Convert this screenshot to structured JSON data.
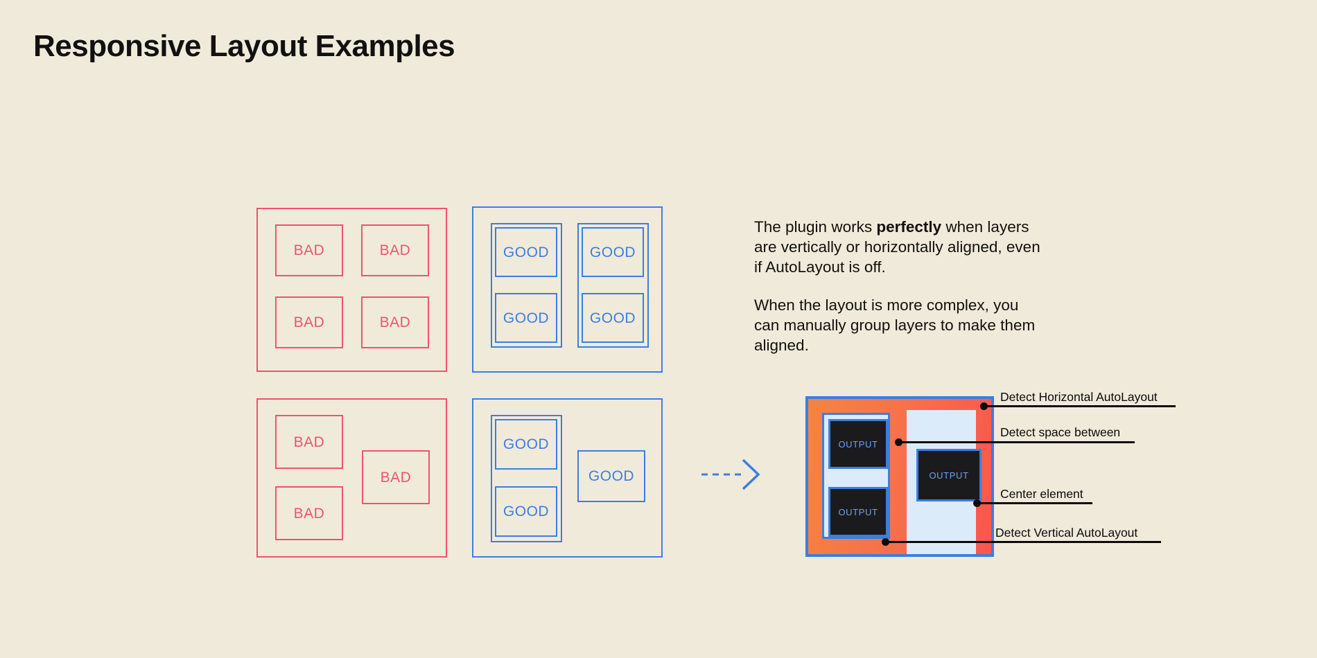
{
  "page": {
    "title": "Responsive Layout Examples",
    "background_color": "#F0EADB"
  },
  "colors": {
    "bad": "#EF5370",
    "good": "#3B7EE0",
    "text": "#12100C",
    "annotation": "#0B0B0B",
    "mockup_orange": "#F5843F",
    "mockup_red": "#FA5550",
    "mockup_light_blue": "#DCEBFA",
    "output_fill": "#1B1B1E",
    "output_text": "#69A4F2"
  },
  "examples": {
    "bad_label": "BAD",
    "good_label": "GOOD",
    "bad_grid": {
      "name": "bad-grid-panel",
      "cells": [
        {
          "label": "BAD"
        },
        {
          "label": "BAD"
        },
        {
          "label": "BAD"
        },
        {
          "label": "BAD"
        }
      ]
    },
    "good_grid": {
      "name": "good-grid-panel",
      "cells": [
        {
          "label": "GOOD"
        },
        {
          "label": "GOOD"
        },
        {
          "label": "GOOD"
        },
        {
          "label": "GOOD"
        }
      ]
    },
    "bad_complex": {
      "name": "bad-complex-panel",
      "cells": [
        {
          "label": "BAD"
        },
        {
          "label": "BAD"
        },
        {
          "label": "BAD"
        }
      ]
    },
    "good_complex": {
      "name": "good-complex-panel",
      "cells": [
        {
          "label": "GOOD"
        },
        {
          "label": "GOOD"
        },
        {
          "label": "GOOD"
        }
      ]
    }
  },
  "description": {
    "paragraph1_part1": "The plugin works ",
    "paragraph1_bold": "perfectly",
    "paragraph1_part2": " when layers are vertically or horizontally aligned, even if AutoLayout is off.",
    "paragraph2": "When the layout is more complex, you can manually group layers to make them aligned."
  },
  "mockup": {
    "output_label": "OUTPUT",
    "outputs": [
      {
        "label": "OUTPUT",
        "position": "top-left"
      },
      {
        "label": "OUTPUT",
        "position": "bottom-left"
      },
      {
        "label": "OUTPUT",
        "position": "center-right"
      }
    ]
  },
  "annotations": [
    {
      "label": "Detect Horizontal AutoLayout"
    },
    {
      "label": "Detect space between"
    },
    {
      "label": "Center element"
    },
    {
      "label": "Detect Vertical AutoLayout"
    }
  ]
}
